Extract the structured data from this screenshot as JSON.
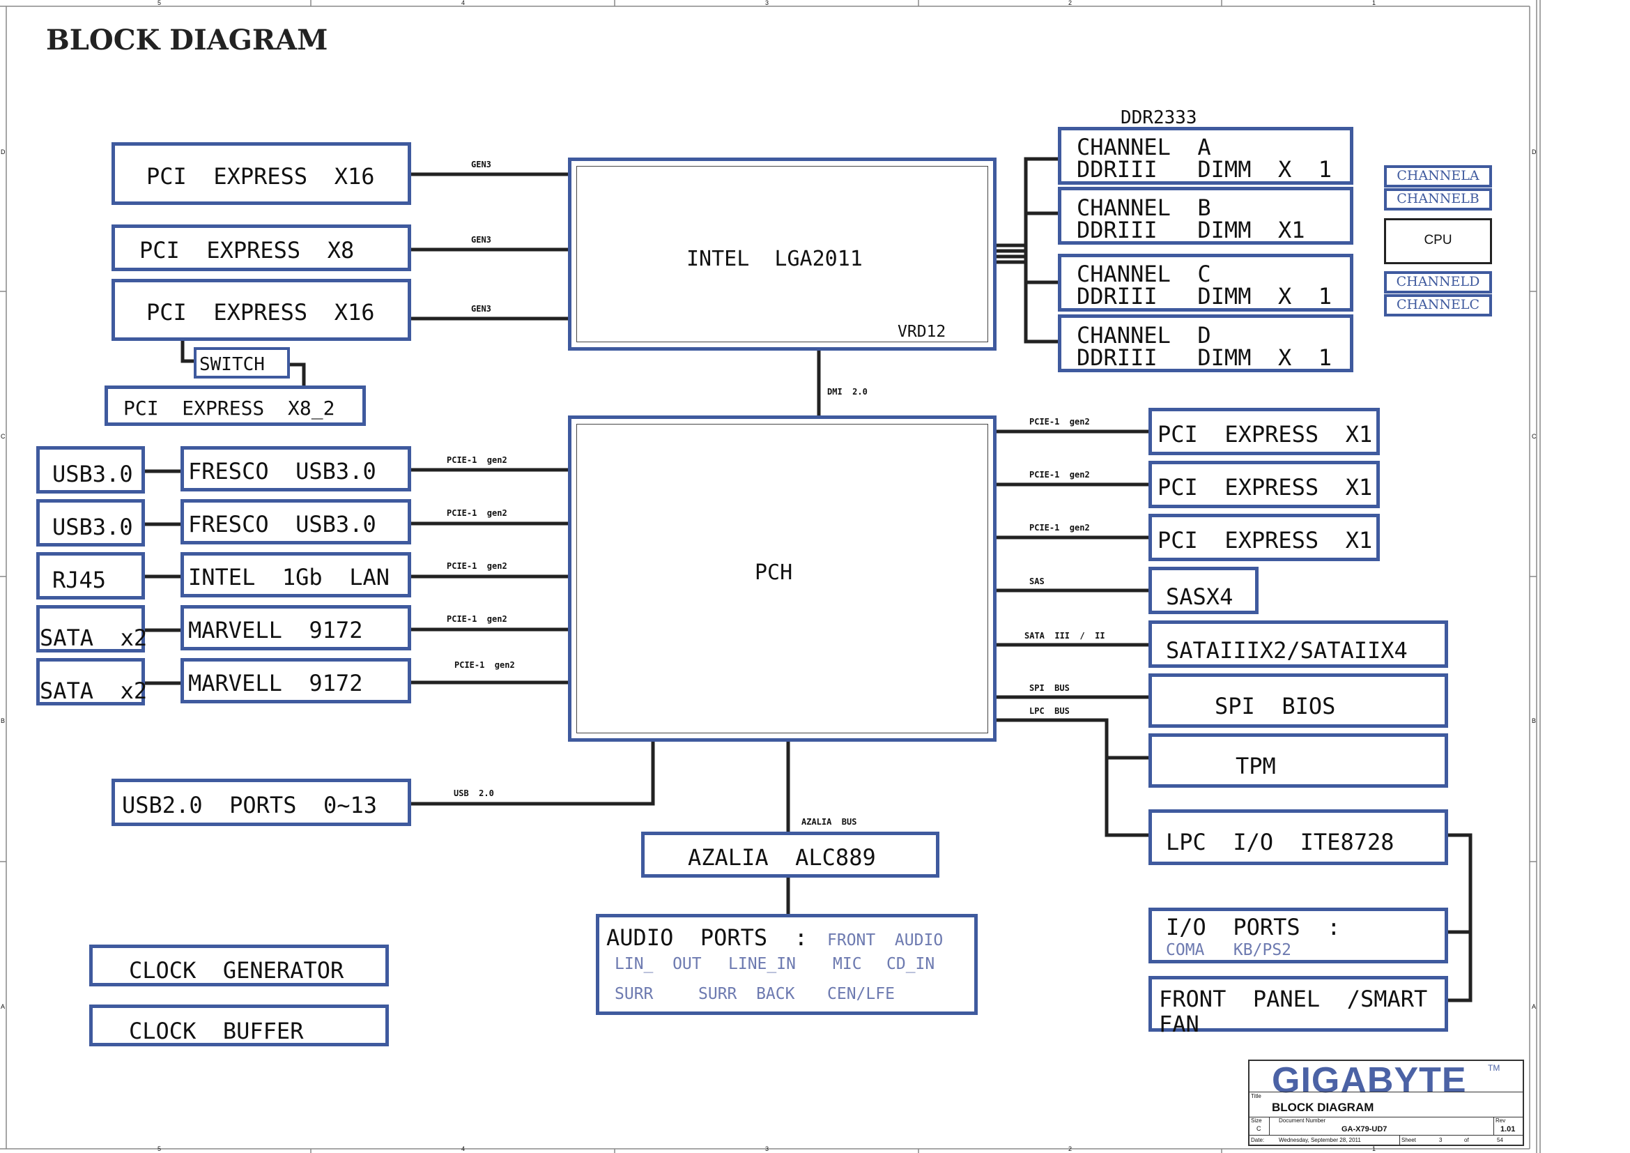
{
  "title": "BLOCK DIAGRAM",
  "border_marks": {
    "top": [
      "5",
      "4",
      "3",
      "2",
      "1"
    ],
    "side": [
      "D",
      "C",
      "B",
      "A"
    ]
  },
  "memory": {
    "type_label": "DDR2333",
    "channels": [
      {
        "line1": "CHANNEL  A",
        "line2": "DDRIII   DIMM  X  1"
      },
      {
        "line1": "CHANNEL  B",
        "line2": "DDRIII   DIMM  X1"
      },
      {
        "line1": "CHANNEL  C",
        "line2": "DDRIII   DIMM  X  1"
      },
      {
        "line1": "CHANNEL  D",
        "line2": "DDRIII   DIMM  X  1"
      }
    ]
  },
  "cpu": {
    "label": "INTEL  LGA2011",
    "vrd": "VRD12"
  },
  "pch": {
    "label": "PCH"
  },
  "cpu_slots": [
    {
      "label": "PCI  EXPRESS  X16",
      "bus": "GEN3"
    },
    {
      "label": "PCI  EXPRESS  X8",
      "bus": "GEN3"
    },
    {
      "label": "PCI  EXPRESS  X16",
      "bus": "GEN3"
    }
  ],
  "switch_label": "SWITCH",
  "pcie_x8_2": "PCI  EXPRESS  X8_2",
  "dmi_label": "DMI  2.0",
  "left_ports": [
    "USB3.0",
    "USB3.0",
    "RJ45",
    "SATA  x2",
    "SATA  x2"
  ],
  "left_chips": [
    {
      "label": "FRESCO  USB3.0",
      "bus": "PCIE-1  gen2"
    },
    {
      "label": "FRESCO  USB3.0",
      "bus": "PCIE-1  gen2"
    },
    {
      "label": "INTEL  1Gb  LAN",
      "bus": "PCIE-1  gen2"
    },
    {
      "label": "MARVELL  9172",
      "bus": "PCIE-1  gen2"
    },
    {
      "label": "MARVELL  9172",
      "bus": "PCIE-1  gen2"
    }
  ],
  "usb2": {
    "label": "USB2.0  PORTS  0~13",
    "bus": "USB  2.0"
  },
  "right_devices": [
    {
      "label": "PCI  EXPRESS  X1",
      "bus": "PCIE-1  gen2"
    },
    {
      "label": "PCI  EXPRESS  X1",
      "bus": "PCIE-1  gen2"
    },
    {
      "label": "PCI  EXPRESS  X1",
      "bus": "PCIE-1  gen2"
    },
    {
      "label": "SASX4",
      "bus": "SAS"
    },
    {
      "label": "SATAIIIX2/SATAIIX4",
      "bus": "SATA  III  /  II"
    },
    {
      "label": "SPI  BIOS",
      "bus": "SPI  BUS"
    }
  ],
  "lpc": {
    "bus": "LPC  BUS",
    "tpm": "TPM",
    "io": "LPC  I/O  ITE8728"
  },
  "io_ports": {
    "title": "I/O  PORTS  :",
    "sub": "COMA   KB/PS2"
  },
  "front_panel": {
    "line1": "FRONT  PANEL  /SMART",
    "line2": "FAN"
  },
  "azalia": {
    "bus": "AZALIA  BUS",
    "label": "AZALIA  ALC889"
  },
  "audio": {
    "title": "AUDIO  PORTS  :",
    "front": "FRONT  AUDIO",
    "row1a": "LIN_  OUT",
    "row1b": "LINE_IN",
    "row1c": "MIC",
    "row1d": "CD_IN",
    "row2a": "SURR",
    "row2b": "SURR  BACK",
    "row2c": "CEN/LFE"
  },
  "clock": {
    "generator": "CLOCK  GENERATOR",
    "buffer": "CLOCK  BUFFER"
  },
  "legend": [
    "CHANNELA",
    "CHANNELB",
    "CPU",
    "CHANNELD",
    "CHANNELC"
  ],
  "title_block": {
    "brand": "GIGABYTE",
    "tm": "TM",
    "title_label": "Title",
    "title_value": "BLOCK DIAGRAM",
    "size_label": "Size",
    "size_value": "C",
    "docnum_label": "Document Number",
    "docnum_value": "GA-X79-UD7",
    "rev_label": "Rev",
    "rev_value": "1.01",
    "date_label": "Date:",
    "date_value": "Wednesday, September 28, 2011",
    "sheet_label": "Sheet",
    "sheet_value": "3",
    "of_label": "of",
    "of_value": "54"
  },
  "colors": {
    "box_border": "#3f5a9e",
    "wire": "#222222",
    "sub_text": "#6d7ab0"
  }
}
